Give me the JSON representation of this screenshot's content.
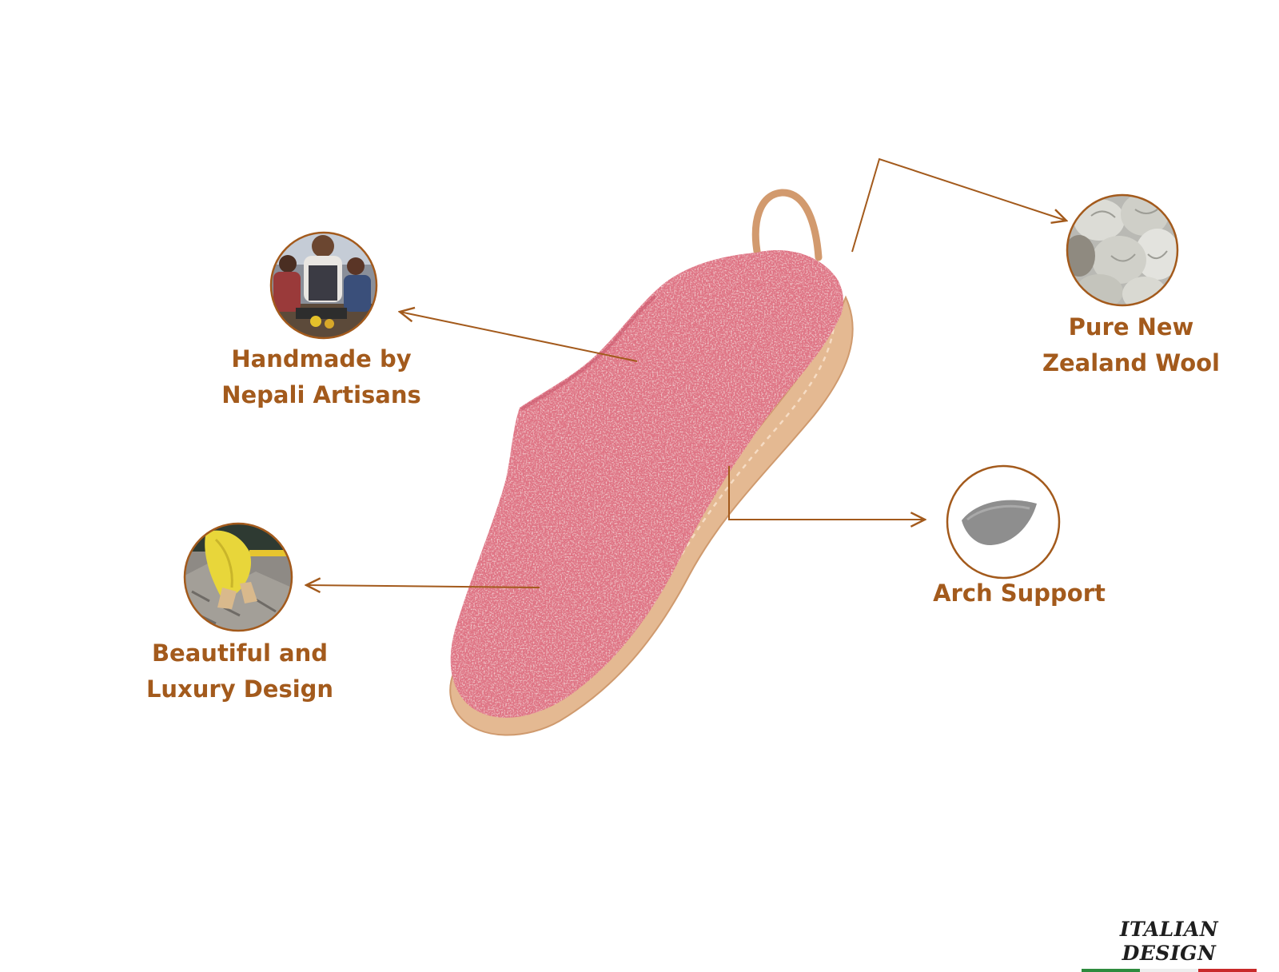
{
  "colors": {
    "accent": "#a35a1c",
    "felt": "#df7384",
    "felt_dark": "#c9536a",
    "sole": "#e4b992",
    "sole_edge": "#cf9a6e",
    "flag_green": "#2e8b3e",
    "flag_white": "#f2f2f2",
    "flag_red": "#c92a2a"
  },
  "features": [
    {
      "id": "handmade",
      "lines": [
        "Handmade by",
        "Nepali Artisans"
      ],
      "image": "artisans-photo"
    },
    {
      "id": "wool",
      "lines": [
        "Pure New",
        "Zealand Wool"
      ],
      "image": "wool-photo"
    },
    {
      "id": "arch",
      "lines": [
        "Arch Support"
      ],
      "image": "arch-insert-photo"
    },
    {
      "id": "beautiful",
      "lines": [
        "Beautiful and",
        "Luxury Design"
      ],
      "image": "design-photo"
    }
  ],
  "brand": {
    "text": "ITALIAN DESIGN"
  }
}
